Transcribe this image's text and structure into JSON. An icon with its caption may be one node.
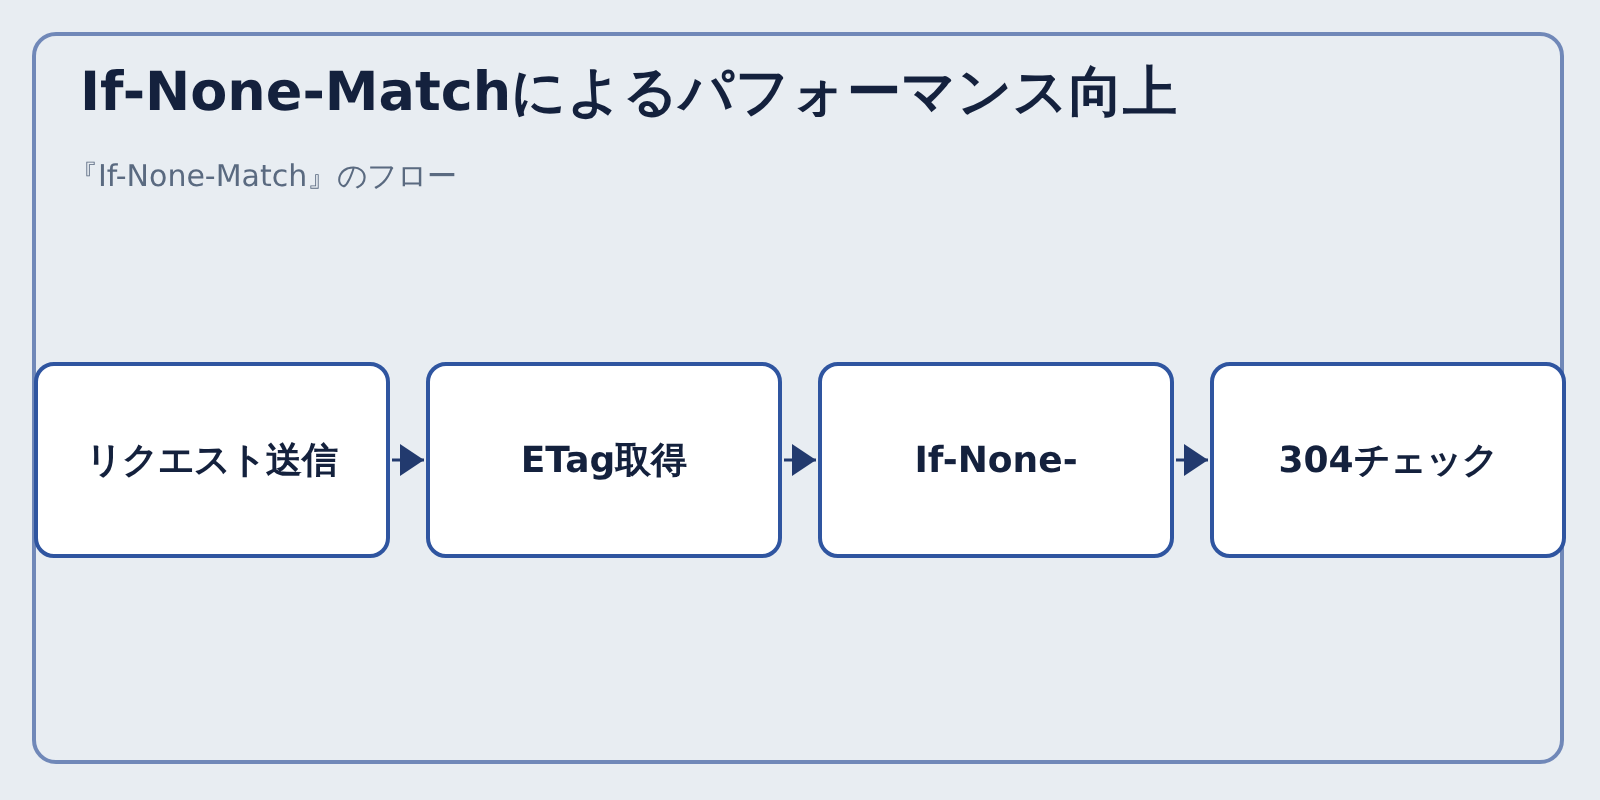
{
  "diagram": {
    "title": "If-None-Matchによるパフォーマンス向上",
    "nodes": [
      {
        "text": [
          "リクエスト送信"
        ]
      },
      {
        "text": [
          "ETag取得"
        ]
      },
      {
        "text": [
          "If-None-"
        ]
      },
      {
        "text": [
          "304チェック"
        ]
      }
    ],
    "edges": [
      {
        "from": 0,
        "to": 1,
        "arrow": "to"
      },
      {
        "from": 1,
        "to": 2,
        "arrow": "to"
      },
      {
        "from": 2,
        "to": 3,
        "arrow": "to"
      }
    ],
    "labels": [
      "『If-None-Match』のフロー"
    ]
  }
}
